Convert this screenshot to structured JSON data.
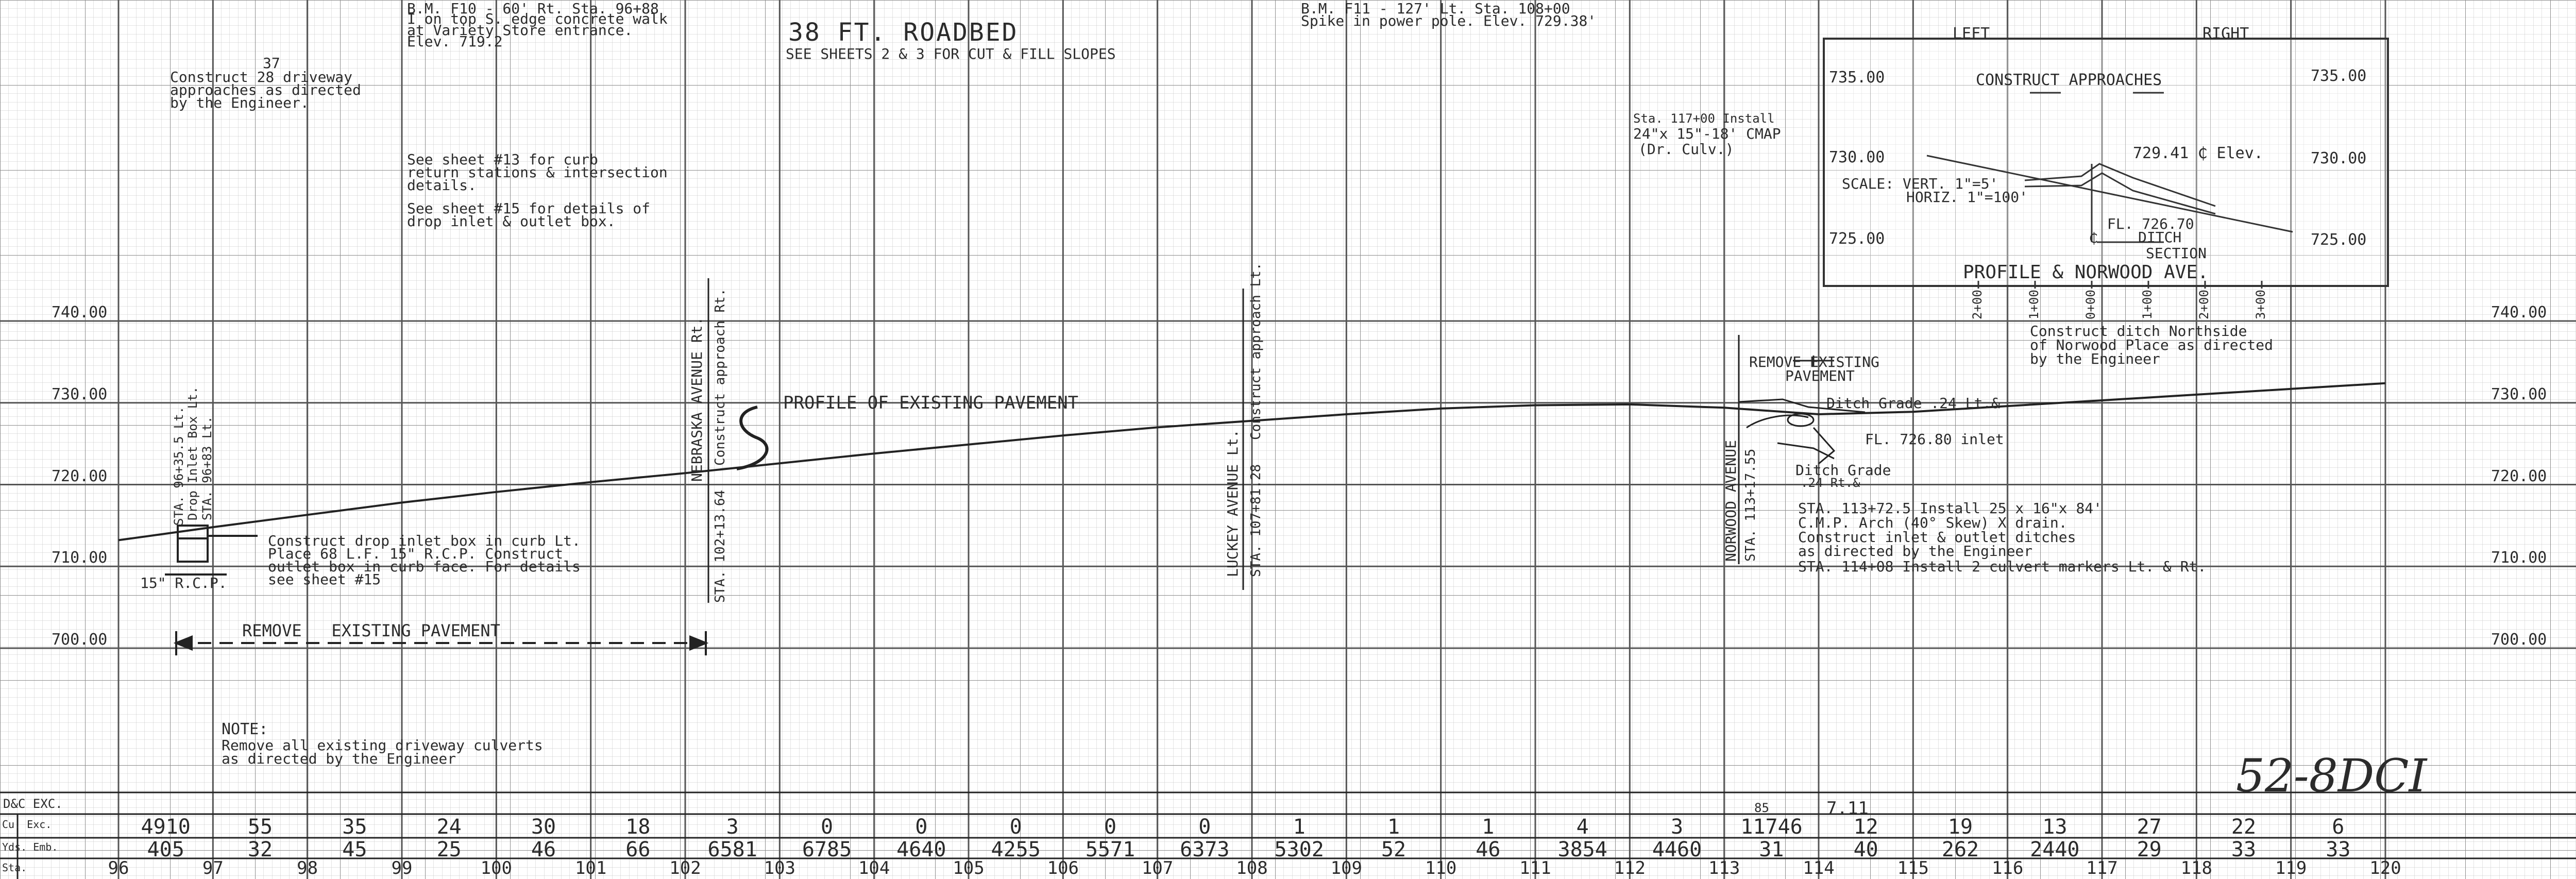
{
  "header": {
    "title": "38 FT. ROADBED",
    "subtitle": "SEE SHEETS 2 & 3 FOR CUT & FILL SLOPES",
    "bm_left_1": "B.M. F10 - 60' Rt. Sta. 96+88",
    "bm_left_2": "I on top S. edge concrete walk",
    "bm_left_3": "at Variety Store entrance.",
    "bm_left_4": "Elev. 719.2",
    "bm_right_1": "B.M. F11 - 127' Lt. Sta. 108+00",
    "bm_right_2": "Spike in power pole. Elev. 729.38'"
  },
  "notes": {
    "driveway_1": "Construct 28 driveway",
    "driveway_2": "approaches as directed",
    "driveway_3": "by the Engineer.",
    "driveway_num": "37",
    "curb_1": "See sheet #13 for curb",
    "curb_2": "return stations & intersection",
    "curb_3": "details.",
    "drop_1": "See sheet #15 for details of",
    "drop_2": "drop inlet & outlet box.",
    "profile_existing": "PROFILE OF EXISTING PAVEMENT",
    "drop_inlet_1": "Construct drop inlet box in curb Lt.",
    "drop_inlet_2": "Place 68 L.F. 15\" R.C.P. Construct",
    "drop_inlet_3": "outlet box in curb face. For details",
    "drop_inlet_4": "see sheet #15",
    "rcp": "15\" R.C.P.",
    "remove_pavement": "REMOVE   EXISTING PAVEMENT",
    "note_title": "NOTE:",
    "note_1": "Remove all existing driveway culverts",
    "note_2": "as directed by the Engineer",
    "sta_curve_1": "Sta. 117+00 Install",
    "sta_curve_2": "24\"x 15\"-18' CMAP",
    "sta_curve_3": "(Dr. Culv.)",
    "remove_existing_2a": "REMOVE EXISTING",
    "remove_existing_2b": "PAVEMENT",
    "ditch_grade_1": "Ditch Grade .24 Lt.&",
    "fl_inlet": "FL. 726.80 inlet",
    "ditch_grade_2a": "Ditch Grade",
    "ditch_grade_2b": ".24 Rt.&",
    "sta_113_1": "STA. 113+72.5 Install 25 x 16\"x 84'",
    "sta_113_2": "C.M.P. Arch (40° Skew) X drain.",
    "sta_113_3": "Construct inlet & outlet ditches",
    "sta_113_4": "as directed by the Engineer",
    "sta_114": "STA. 114+08 Install 2 culvert markers Lt. & Rt.",
    "north_ditch_1": "Construct ditch Northside",
    "north_ditch_2": "of Norwood Place as directed",
    "north_ditch_3": "by the Engineer",
    "sheet_no": "52-8DCI",
    "sta_labels_left": [
      "STA. 96+35.5 Lt.",
      "Drop Inlet Box Lt.",
      "STA. 96+83 Lt."
    ],
    "nebraska_1": "NEBRASKA AVENUE Rt.",
    "nebraska_2": "STA. 102+13.64   Construct approach Rt.",
    "luckey_1": "LUCKEY AVENUE Lt.",
    "luckey_2": "STA. 107+81.28   Construct approach Lt.",
    "norwood_1": "NORWOOD AVENUE",
    "norwood_2": "STA. 113+17.55"
  },
  "inset": {
    "title": "PROFILE & NORWOOD AVE.",
    "left": "LEFT",
    "right": "RIGHT",
    "construct_approaches": "CONSTRUCT APPROACHES",
    "scale_1": "SCALE: VERT. 1\"=5'",
    "scale_2": "HORIZ. 1\"=100'",
    "elev_cl": "729.41 ₵ Elev.",
    "fl": "FL. 726.70",
    "ditch": "DITCH",
    "section": "SECTION",
    "cl": "₵",
    "elevs_left": [
      "735.00",
      "730.00",
      "725.00"
    ],
    "elevs_right": [
      "735.00",
      "730.00",
      "725.00"
    ],
    "stations": [
      "2+00",
      "1+00",
      "0+00",
      "1+00",
      "2+00",
      "3+00"
    ]
  },
  "elevations": [
    "740.00",
    "730.00",
    "720.00",
    "710.00",
    "700.00"
  ],
  "table": {
    "row_labels": [
      "D&C EXC.",
      "Cu. Exc.",
      "Yds. Emb.",
      "Sta."
    ],
    "excavation": [
      "4910",
      "55",
      "35",
      "24",
      "30",
      "18",
      "3",
      "0",
      "0",
      "0",
      "0",
      "0",
      "1",
      "1",
      "1",
      "4",
      "3",
      "11746",
      "12",
      "19",
      "13",
      "27",
      "22",
      "6"
    ],
    "embankment": [
      "405",
      "32",
      "45",
      "25",
      "46",
      "66",
      "6581",
      "6785",
      "4640",
      "4255",
      "5571",
      "6373",
      "5302",
      "52",
      "46",
      "3854",
      "4460",
      "31",
      "40",
      "262",
      "2440",
      "29",
      "33",
      "33"
    ],
    "stations": [
      "96",
      "97",
      "98",
      "99",
      "100",
      "101",
      "102",
      "103",
      "104",
      "105",
      "106",
      "107",
      "108",
      "109",
      "110",
      "111",
      "112",
      "113",
      "114",
      "115",
      "116",
      "117",
      "118",
      "119",
      "120"
    ],
    "extra_1": "7.11",
    "extra_2": "85"
  },
  "chart_data": {
    "type": "line",
    "title": "PROFILE OF EXISTING PAVEMENT",
    "xlabel": "Sta.",
    "ylabel": "",
    "xlim": [
      96,
      120
    ],
    "ylim": [
      700,
      740
    ],
    "series": [
      {
        "x": [
          96,
          97,
          98,
          99,
          100,
          101,
          102,
          103,
          104,
          105,
          106,
          107,
          108,
          109,
          110,
          111,
          112,
          113,
          114,
          115,
          116,
          117,
          118,
          119,
          120
        ],
        "values": [
          713.2,
          714.8,
          716.3,
          717.8,
          719.1,
          720.3,
          721.4,
          722.6,
          723.8,
          724.9,
          726.0,
          727.0,
          727.8,
          728.6,
          729.3,
          729.7,
          729.8,
          729.4,
          728.6,
          728.9,
          729.6,
          730.3,
          731.0,
          731.7,
          732.4
        ]
      }
    ]
  }
}
